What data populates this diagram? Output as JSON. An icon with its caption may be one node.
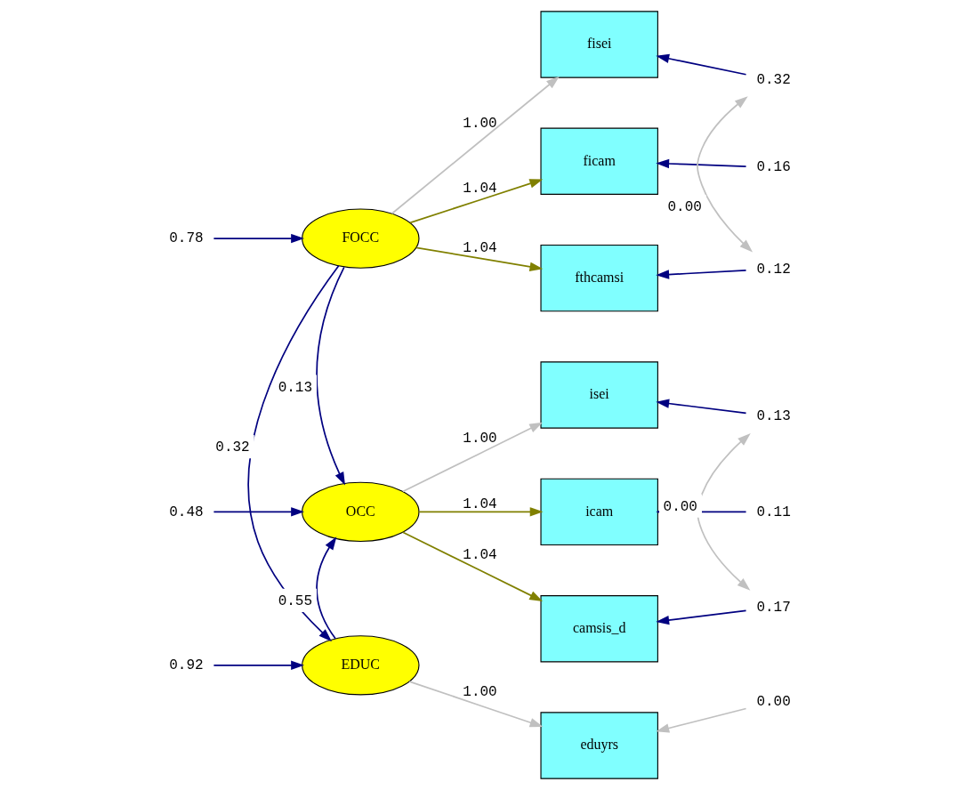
{
  "diagram": {
    "nodes": [
      {
        "text": [
          "FOCC"
        ]
      },
      {
        "text": [
          "OCC"
        ]
      },
      {
        "text": [
          "EDUC"
        ]
      },
      {
        "text": [
          "fisei"
        ]
      },
      {
        "text": [
          "ficam"
        ]
      },
      {
        "text": [
          "fthcamsi"
        ]
      },
      {
        "text": [
          "isei"
        ]
      },
      {
        "text": [
          "icam"
        ]
      },
      {
        "text": [
          "camsis_d"
        ]
      },
      {
        "text": [
          "eduyrs"
        ]
      },
      {
        "text": [
          "0.78"
        ]
      },
      {
        "text": [
          "0.48"
        ]
      },
      {
        "text": [
          "0.92"
        ]
      },
      {
        "text": [
          "0.32"
        ]
      },
      {
        "text": [
          "0.16"
        ]
      },
      {
        "text": [
          "0.12"
        ]
      },
      {
        "text": [
          "0.13"
        ]
      },
      {
        "text": [
          "0.11"
        ]
      },
      {
        "text": [
          "0.17"
        ]
      },
      {
        "text": [
          "0.00"
        ]
      }
    ],
    "edges": [
      {
        "from": 10,
        "to": 0,
        "arrow": "to"
      },
      {
        "from": 11,
        "to": 1,
        "arrow": "to"
      },
      {
        "from": 12,
        "to": 2,
        "arrow": "to"
      },
      {
        "from": 0,
        "to": 1,
        "arrow": "to",
        "label": "0.13"
      },
      {
        "from": 2,
        "to": 1,
        "arrow": "to",
        "label": "0.55"
      },
      {
        "from": 0,
        "to": 2,
        "arrow": "to",
        "label": "0.32"
      },
      {
        "from": 0,
        "to": 3,
        "arrow": "to",
        "label": "1.00",
        "color": "#c0c0c0"
      },
      {
        "from": 0,
        "to": 4,
        "arrow": "to",
        "label": "1.04",
        "color": "#808000"
      },
      {
        "from": 0,
        "to": 5,
        "arrow": "to",
        "label": "1.04",
        "color": "#808000"
      },
      {
        "from": 1,
        "to": 6,
        "arrow": "to",
        "label": "1.00",
        "color": "#c0c0c0"
      },
      {
        "from": 1,
        "to": 7,
        "arrow": "to",
        "label": "1.04",
        "color": "#808000"
      },
      {
        "from": 1,
        "to": 8,
        "arrow": "to",
        "label": "1.04",
        "color": "#808000"
      },
      {
        "from": 2,
        "to": 9,
        "arrow": "to",
        "label": "1.00",
        "color": "#c0c0c0"
      },
      {
        "from": 13,
        "to": 3,
        "arrow": "to"
      },
      {
        "from": 14,
        "to": 4,
        "arrow": "to"
      },
      {
        "from": 15,
        "to": 5,
        "arrow": "to"
      },
      {
        "from": 16,
        "to": 6,
        "arrow": "to"
      },
      {
        "from": 17,
        "to": 7,
        "arrow": "to"
      },
      {
        "from": 18,
        "to": 8,
        "arrow": "to"
      },
      {
        "from": 19,
        "to": 9,
        "arrow": "to",
        "color": "#c0c0c0"
      },
      {
        "from": 13,
        "to": 15,
        "arrow": "both",
        "label": "0.00",
        "color": "#c0c0c0"
      },
      {
        "from": 16,
        "to": 18,
        "arrow": "both",
        "label": "0.00",
        "color": "#c0c0c0"
      }
    ]
  }
}
